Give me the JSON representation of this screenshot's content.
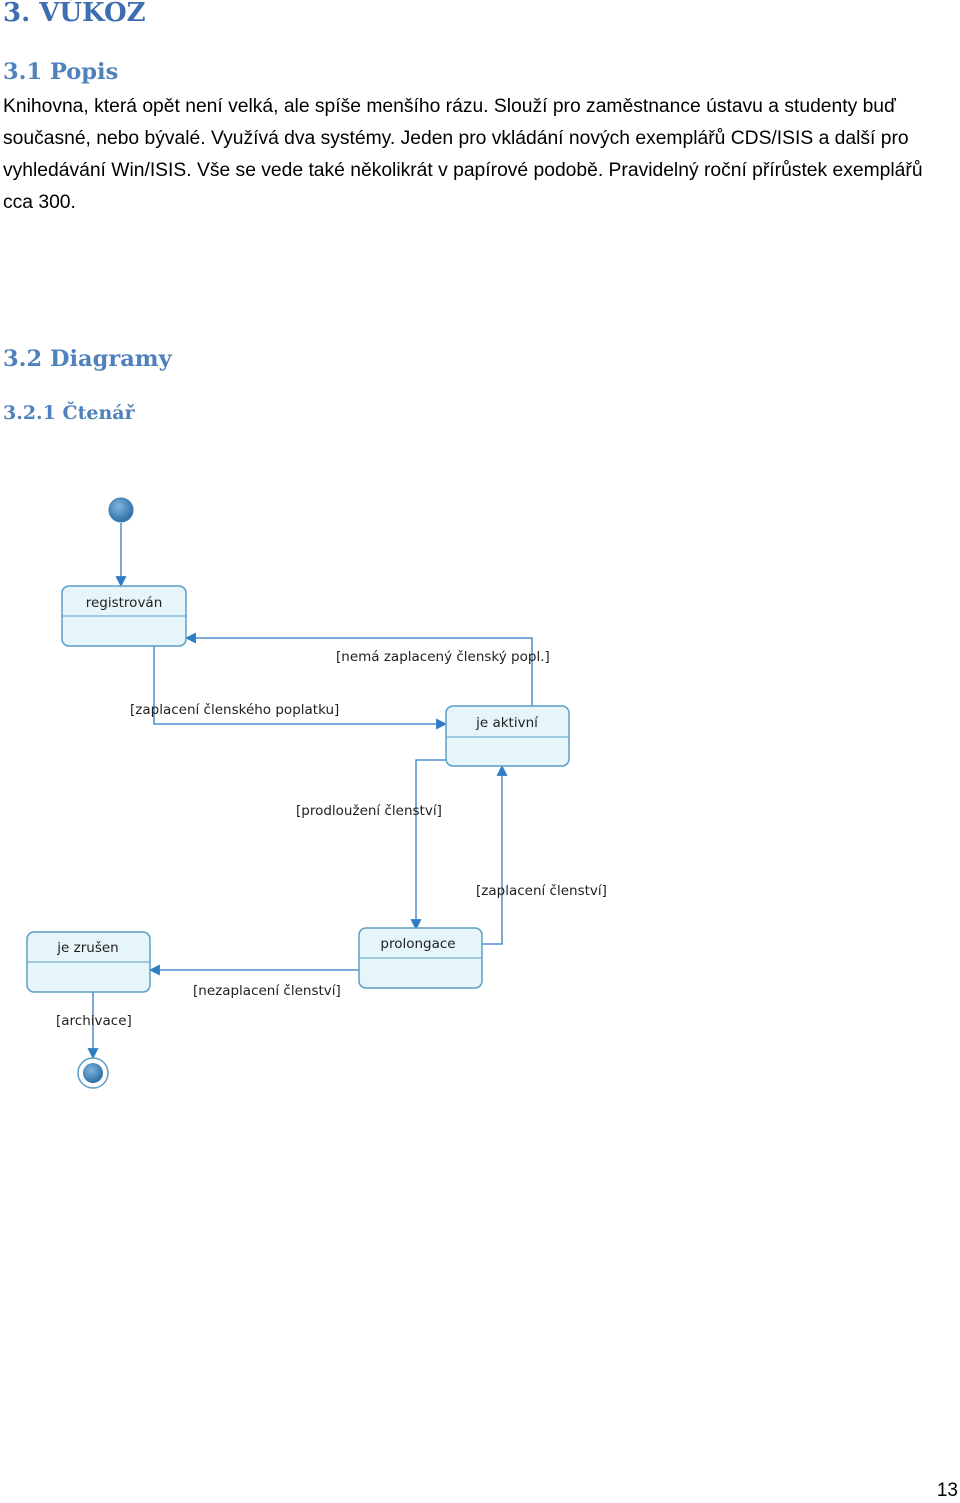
{
  "heading": "3. VÚKOZ",
  "section_popis": {
    "title": "3.1 Popis",
    "text": "Knihovna, která opět není velká, ale spíše menšího rázu. Slouží pro zaměstnance ústavu a studenty buď současné, nebo bývalé. Využívá dva systémy. Jeden pro vkládání nových exemplářů CDS/ISIS a další pro vyhledávání  Win/ISIS. Vše se vede také několikrát v papírové podobě. Pravidelný roční přírůstek exemplářů cca 300."
  },
  "section_diagramy": {
    "title": "3.2 Diagramy",
    "subtitle": "3.2.1 Čtenář"
  },
  "diagram": {
    "states": {
      "registrovan": "registrován",
      "je_aktivni": "je aktivní",
      "prolongace": "prolongace",
      "je_zrusen": "je zrušen"
    },
    "guards": {
      "nema_zaplaceny": "[nemá zaplacený členský popl.]",
      "zaplaceni_clenskeho": "[zaplacení členského poplatku]",
      "prodlouzeni": "[prodloužení členství]",
      "zaplaceni_clenstvi": "[zaplacení členství]",
      "nezaplaceni": "[nezaplacení členství]",
      "archivace": "[archivace]"
    },
    "colors": {
      "line": "#2e7cc4",
      "state_fill": "#e6f5f9",
      "state_border": "#5b9fc6",
      "node_fill": "#3a7fb8"
    }
  },
  "page_number": "13"
}
